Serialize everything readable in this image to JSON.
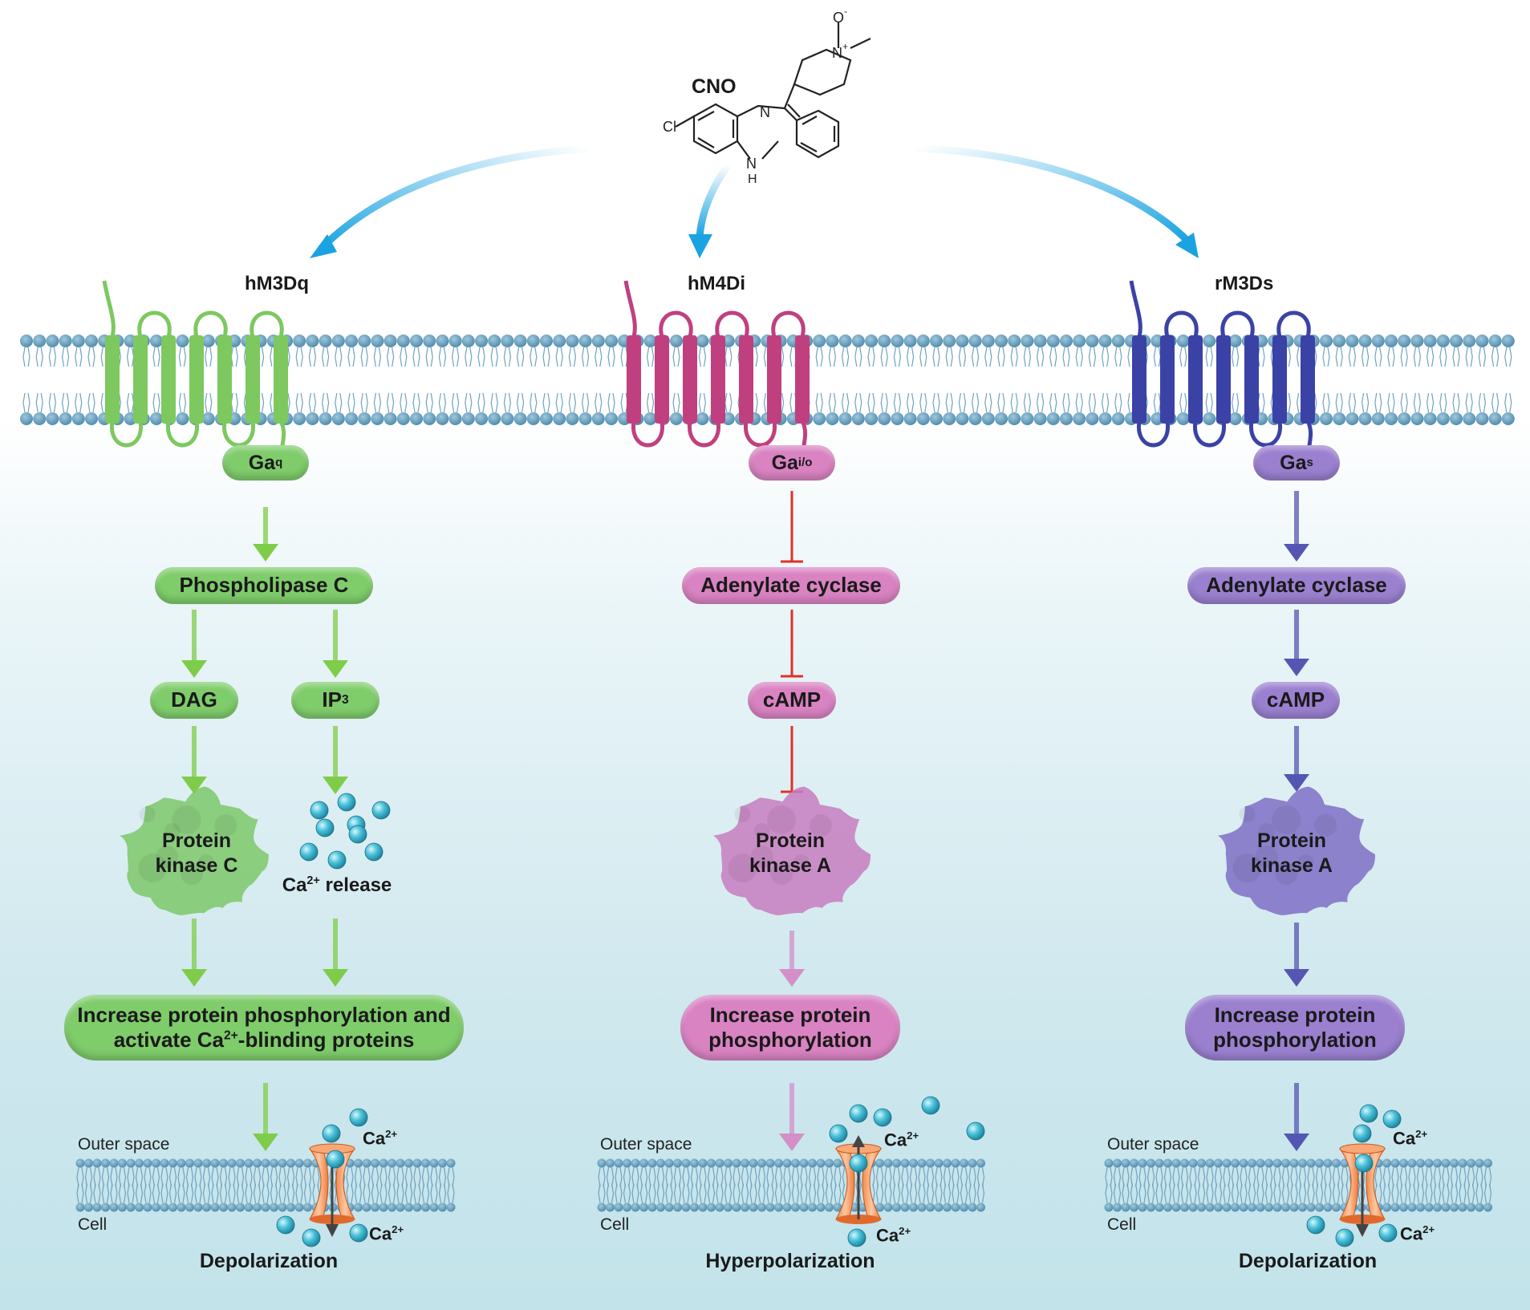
{
  "drug": {
    "name": "CNO",
    "atoms": {
      "cl": "Cl",
      "n1": "N",
      "nh": "N",
      "h": "H",
      "nplus": "N",
      "plus": "+",
      "ominus": "O",
      "minus": "-"
    }
  },
  "receptors": [
    {
      "name": "hM3Dq",
      "color": "#7dc85f"
    },
    {
      "name": "hM4Di",
      "color": "#c0407f"
    },
    {
      "name": "rM3Ds",
      "color": "#3b42a6"
    }
  ],
  "g_proteins": [
    {
      "base": "Ga",
      "sub": "q"
    },
    {
      "base": "Ga",
      "sub": "i/o"
    },
    {
      "base": "Ga",
      "sub": "s"
    }
  ],
  "left_path": {
    "enzyme": "Phospholipase C",
    "dag": "DAG",
    "ip3_base": "IP",
    "ip3_sub": "3",
    "kinase": [
      "Protein",
      "kinase C"
    ],
    "ca_release": {
      "base": "Ca",
      "sup": "2+",
      "rest": " release"
    },
    "effect_line1": "Increase protein phosphorylation and",
    "effect_line2_pre": "activate Ca",
    "effect_line2_sup": "2+",
    "effect_line2_post": "-blinding proteins",
    "result": "Depolarization"
  },
  "middle_path": {
    "enzyme": "Adenylate cyclase",
    "second_messenger": "cAMP",
    "kinase": [
      "Protein",
      "kinase A"
    ],
    "effect": [
      "Increase protein",
      "phosphorylation"
    ],
    "result": "Hyperpolarization"
  },
  "right_path": {
    "enzyme": "Adenylate cyclase",
    "second_messenger": "cAMP",
    "kinase": [
      "Protein",
      "kinase A"
    ],
    "effect": [
      "Increase protein",
      "phosphorylation"
    ],
    "result": "Depolarization"
  },
  "membrane_labels": {
    "outer": "Outer space",
    "cell": "Cell"
  },
  "ion": {
    "base": "Ca",
    "sup": "2+"
  },
  "colors": {
    "arrow_blue": "#1aa3e0",
    "inhibit_red": "#e0312a",
    "green_arrow": "#7fcc4a",
    "pink_arrow": "#d48fc8",
    "purple_arrow": "#5556b3",
    "head_blue": "#5b93b5",
    "ca_ball": "#39b4cf"
  }
}
